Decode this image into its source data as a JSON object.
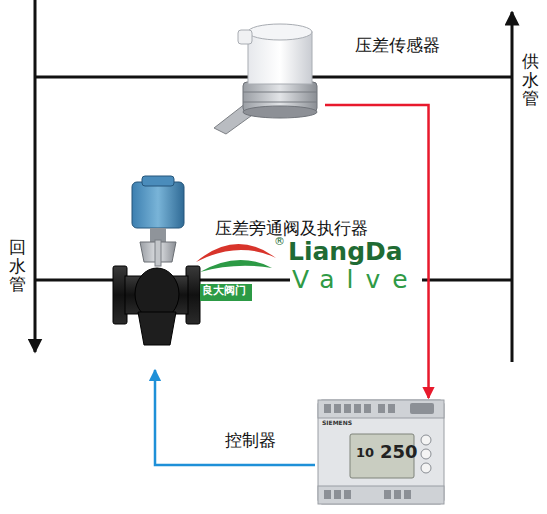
{
  "diagram": {
    "nodes": [
      {
        "text": [
          "压差传感器"
        ]
      },
      {
        "text": [
          "压差旁通阀及执行器"
        ]
      },
      {
        "text": [
          "控制器"
        ]
      }
    ],
    "edges": [
      {
        "from": 0,
        "to": 2,
        "arrow": "to"
      },
      {
        "from": 2,
        "to": 1,
        "arrow": "to"
      }
    ],
    "labels": [
      "供水管",
      "回水管",
      "®",
      "LiangDa",
      "良大阀门",
      "Valve",
      "SIEMENS",
      "10",
      "250"
    ]
  }
}
